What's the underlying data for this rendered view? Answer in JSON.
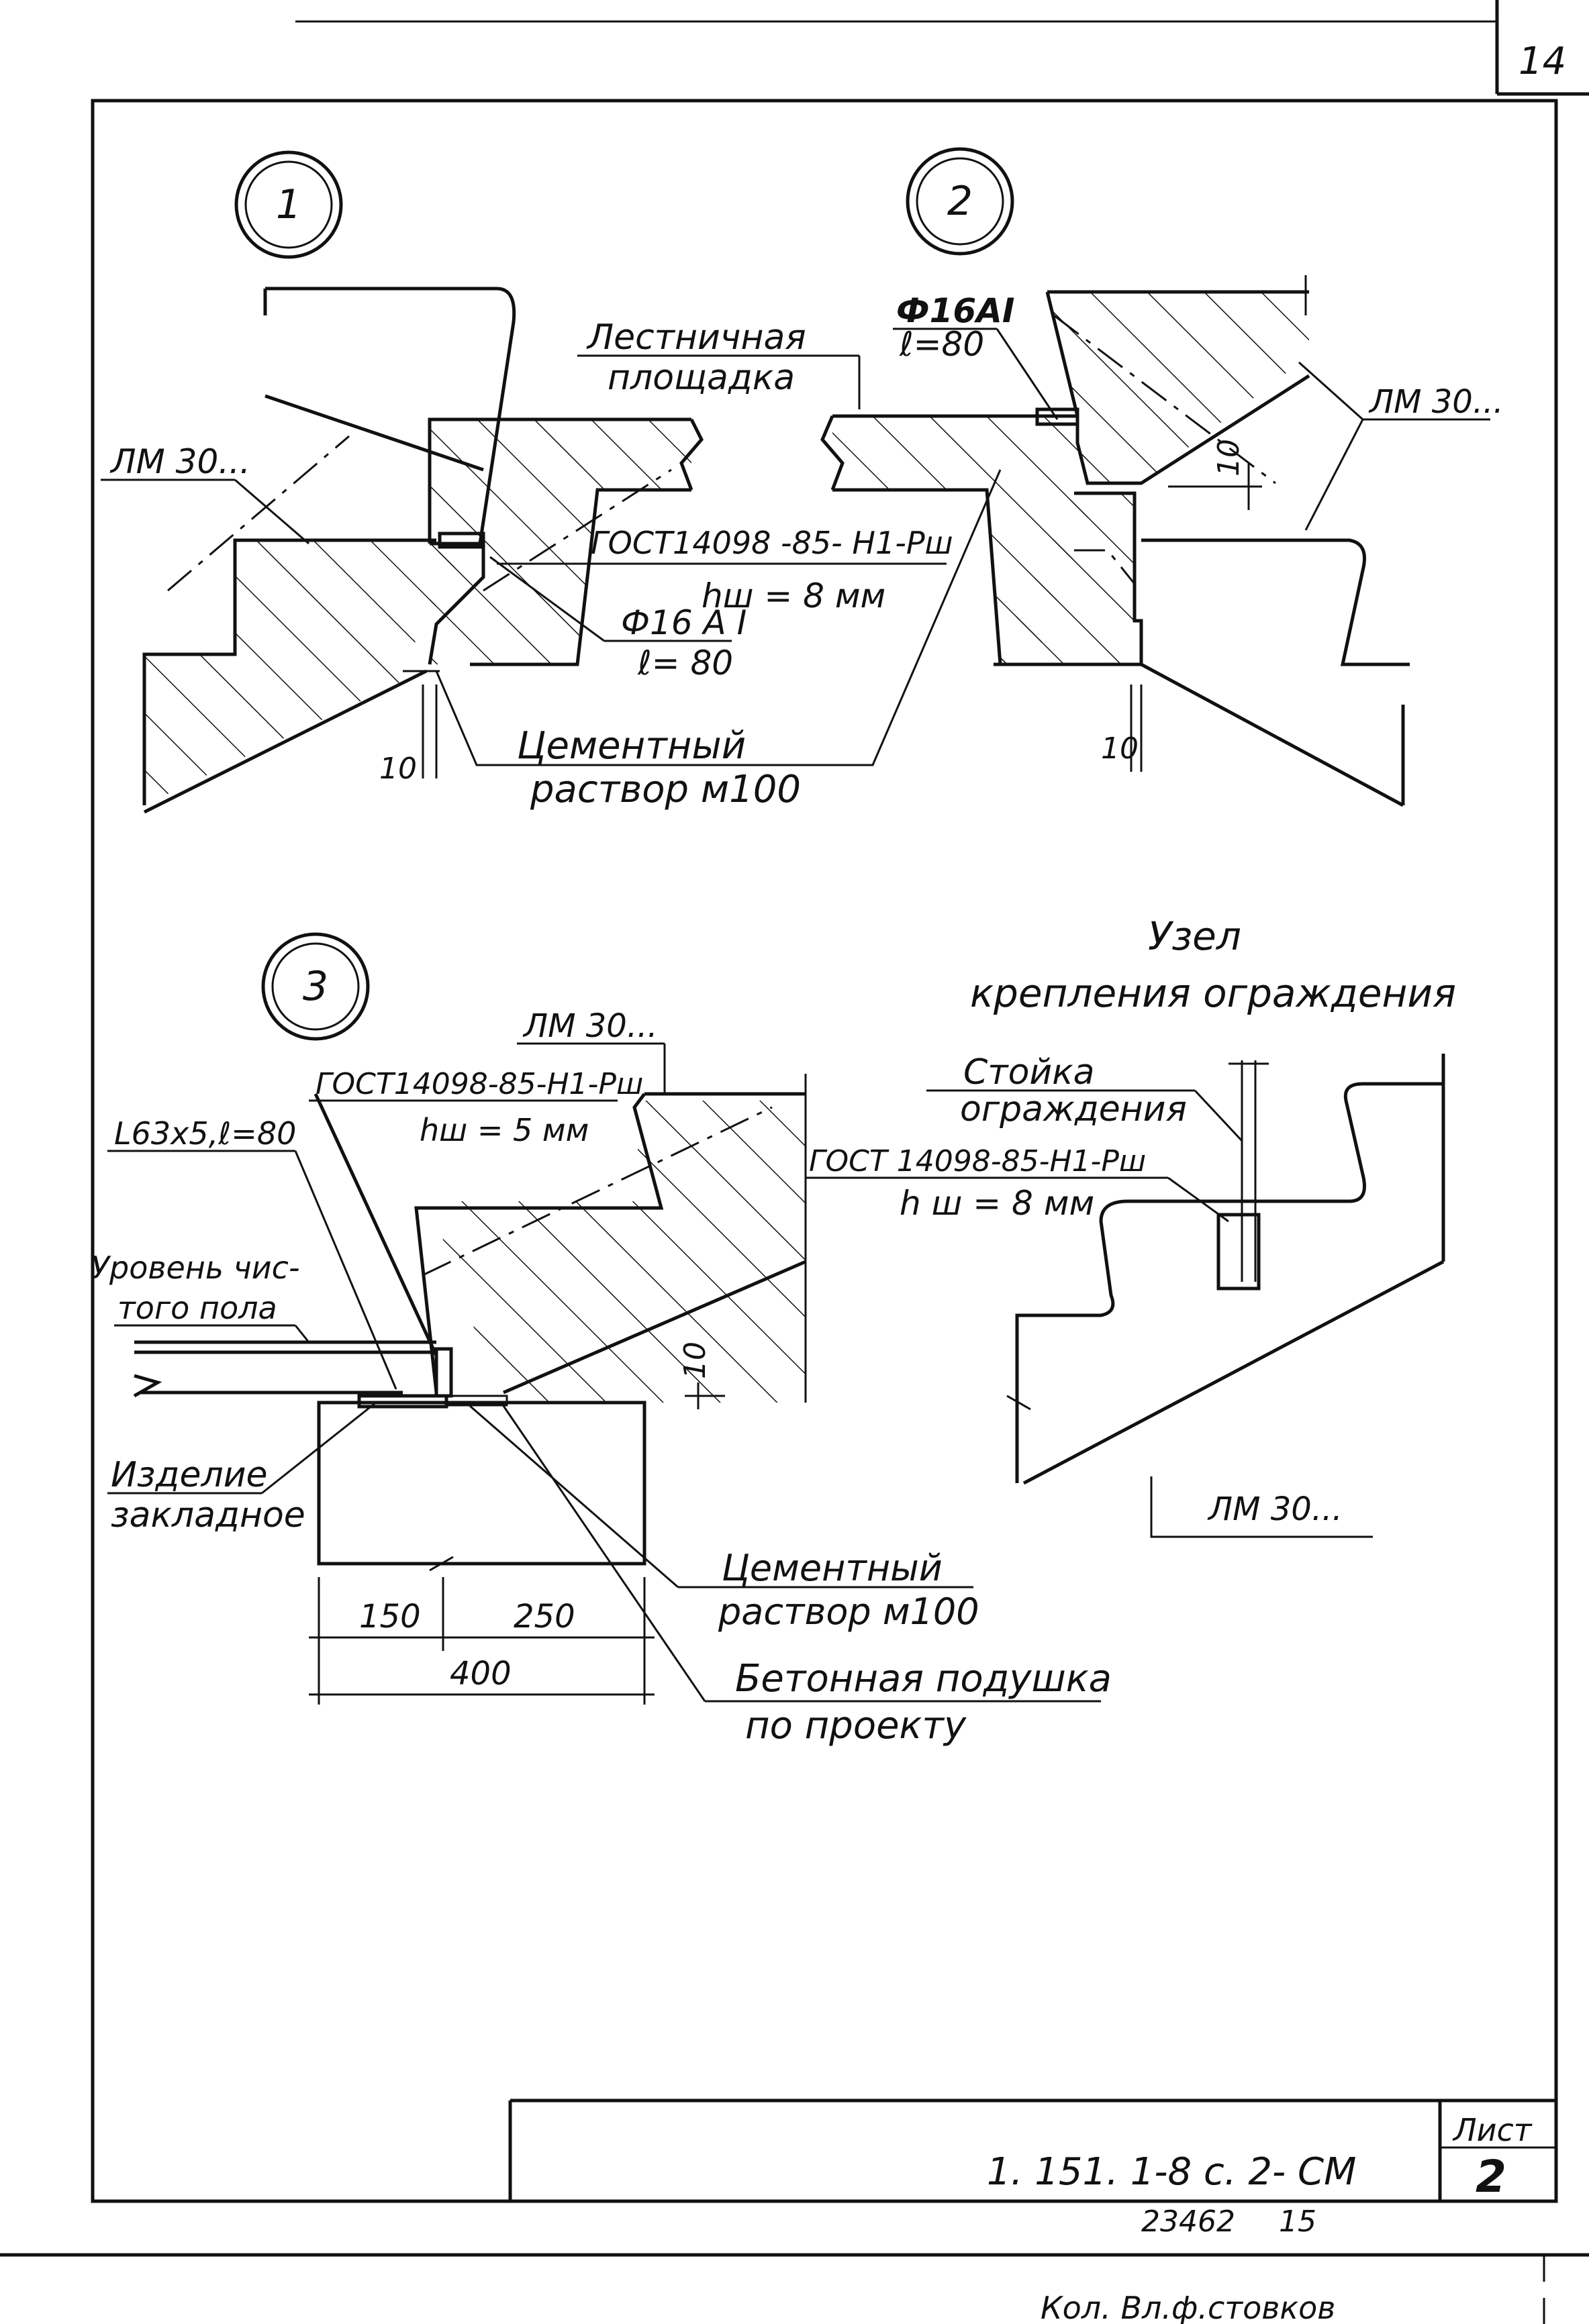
{
  "sheet": {
    "page_number": "14",
    "stamp_code": "1. 151. 1-8 с. 2- СМ",
    "sheet_label": "Лист",
    "sheet_number": "2",
    "footer_number": "23462",
    "footer_number2": "15",
    "footer_text": "Кол. Вл.ф.стовков"
  },
  "node1": {
    "marker": "1",
    "landing_label_1": "Лестничная",
    "landing_label_2": "площадка",
    "lm_label": "ЛМ 30...",
    "weld_label": "ГОСТ14098 -85- Н1-Рш",
    "weld_size": "hш = 8 мм",
    "rebar_label": "Ф16 А I",
    "rebar_length": "ℓ= 80",
    "mortar_1": "Цементный",
    "mortar_2": "раствор м100",
    "dim_gap": "10"
  },
  "node2": {
    "marker": "2",
    "rebar_label": "Ф16АI",
    "rebar_length": "ℓ=80",
    "lm_label": "ЛМ 30...",
    "dim_gap_right": "10",
    "dim_gap_bottom": "10"
  },
  "node3": {
    "marker": "3",
    "lm_label": "ЛМ 30...",
    "weld_label": "ГОСТ14098-85-Н1-Рш",
    "weld_size": "hш = 5 мм",
    "angle_label": "L63х5,ℓ=80",
    "floor_label_1": "Уровень чис-",
    "floor_label_2": "того пола",
    "embed_label_1": "Изделие",
    "embed_label_2": "закладное",
    "mortar_1": "Цементный",
    "mortar_2": "раствор м100",
    "pad_1": "Бетонная подушка",
    "pad_2": "по проекту",
    "dim_150": "150",
    "dim_250": "250",
    "dim_400": "400",
    "dim_10": "10"
  },
  "railing": {
    "title_1": "Узел",
    "title_2": "крепления ограждения",
    "post_1": "Стойка",
    "post_2": "ограждения",
    "weld_label": "ГОСТ 14098-85-Н1-Рш",
    "weld_size": "h ш = 8 мм",
    "lm_label": "ЛМ 30..."
  }
}
